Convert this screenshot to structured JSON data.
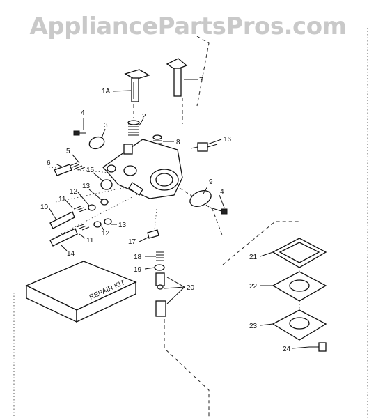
{
  "watermark": "AppliancePartsPros.com",
  "callouts": {
    "c1A": "1A",
    "c7": "7",
    "c2": "2",
    "c3": "3",
    "c4a": "4",
    "c8": "8",
    "c16": "16",
    "c5": "5",
    "c6": "6",
    "c15": "15",
    "c13a": "13",
    "c12a": "12",
    "c9": "9",
    "c4b": "4",
    "c10": "10",
    "c11a": "11",
    "c13b": "13",
    "c12b": "12",
    "c11b": "11",
    "c14": "14",
    "c17": "17",
    "c18": "18",
    "c19": "19",
    "c20": "20",
    "c21": "21",
    "c22": "22",
    "c23": "23",
    "c24": "24"
  },
  "kit_label": "REPAIR KIT"
}
